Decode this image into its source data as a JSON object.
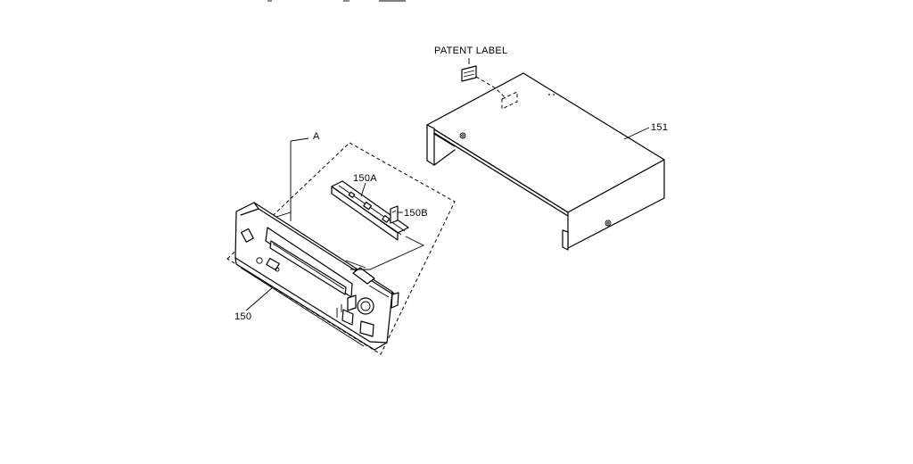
{
  "labels": {
    "patent_label": "PATENT LABEL",
    "part_151": "151",
    "part_a": "A",
    "part_150a": "150A",
    "part_150b": "150B",
    "part_150": "150"
  }
}
